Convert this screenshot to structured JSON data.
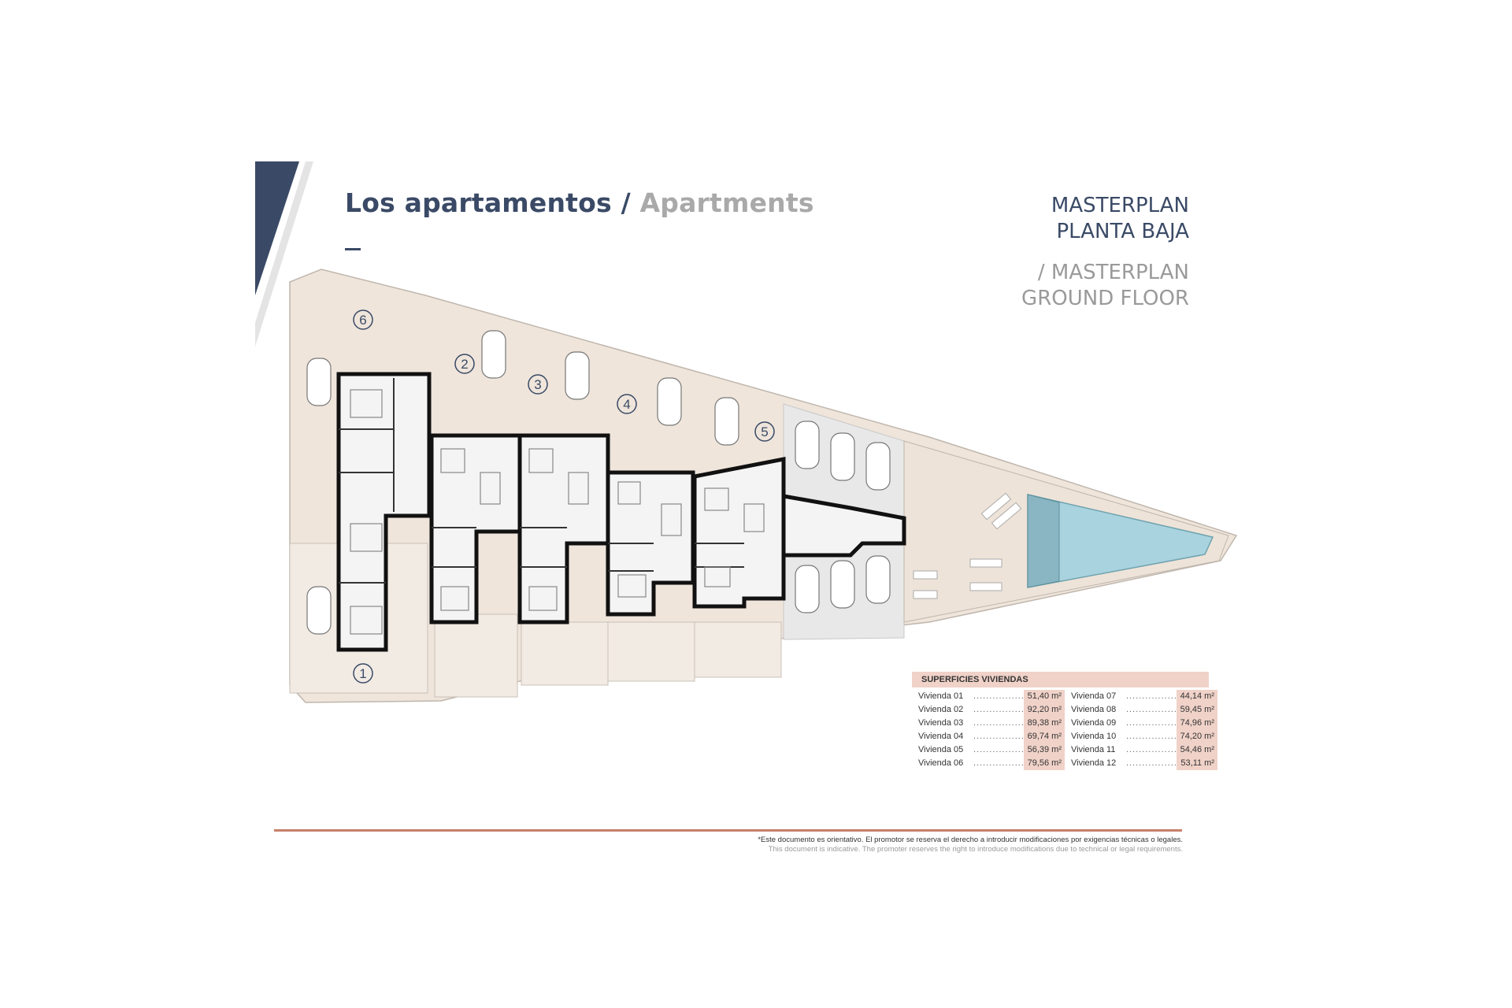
{
  "header": {
    "title_es": "Los apartamentos",
    "title_sep": "/",
    "title_en": "Apartments",
    "masterplan_es": [
      "MASTERPLAN",
      "PLANTA BAJA"
    ],
    "masterplan_en": [
      "/ MASTERPLAN",
      "GROUND FLOOR"
    ]
  },
  "plan": {
    "unit_labels": [
      "1",
      "2",
      "3",
      "4",
      "5",
      "6"
    ]
  },
  "surfaces": {
    "title": "SUPERFICIES VIVIENDAS",
    "dots": "......................",
    "left": [
      {
        "name": "Vivienda 01",
        "value": "51,40 m²"
      },
      {
        "name": "Vivienda 02",
        "value": "92,20 m²"
      },
      {
        "name": "Vivienda 03",
        "value": "89,38 m²"
      },
      {
        "name": "Vivienda 04",
        "value": "69,74 m²"
      },
      {
        "name": "Vivienda 05",
        "value": "56,39 m²"
      },
      {
        "name": "Vivienda 06",
        "value": "79,56 m²"
      }
    ],
    "right": [
      {
        "name": "Vivienda 07",
        "value": "44,14 m²"
      },
      {
        "name": "Vivienda 08",
        "value": "59,45 m²"
      },
      {
        "name": "Vivienda 09",
        "value": "74,96 m²"
      },
      {
        "name": "Vivienda 10",
        "value": "74,20 m²"
      },
      {
        "name": "Vivienda 11",
        "value": "54,46 m²"
      },
      {
        "name": "Vivienda 12",
        "value": "53,11 m²"
      }
    ]
  },
  "disclaimer": {
    "es": "*Este documento es orientativo. El promotor se reserva el derecho a introducir modificaciones por exigencias técnicas o legales.",
    "en": "This document is indicative. The promoter reserves the right to introduce modifications due to technical or legal requirements."
  },
  "colors": {
    "navy": "#3a4a66",
    "accent": "#c77f6a",
    "pool": "#a9d3de",
    "terrace": "#eee3d8"
  }
}
